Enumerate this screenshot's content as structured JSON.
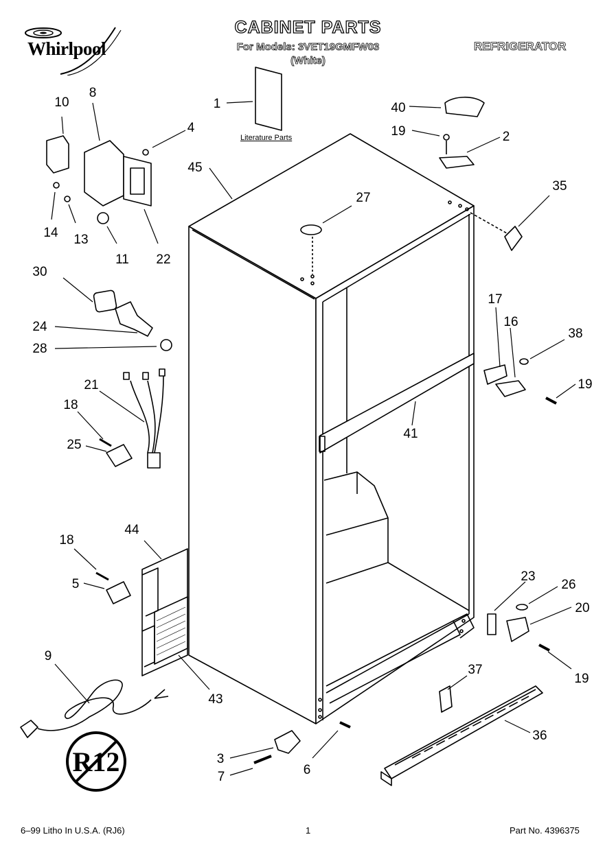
{
  "header": {
    "brand": "Whirlpool",
    "title": "CABINET PARTS",
    "models_line": "For Models: 3VET19GMFW03",
    "color_line": "(White)",
    "product": "REFRIGERATOR"
  },
  "literature_label": "Literature Parts",
  "callouts": [
    {
      "id": "c1",
      "label": "1"
    },
    {
      "id": "c2",
      "label": "2"
    },
    {
      "id": "c3",
      "label": "3"
    },
    {
      "id": "c4",
      "label": "4"
    },
    {
      "id": "c5",
      "label": "5"
    },
    {
      "id": "c6",
      "label": "6"
    },
    {
      "id": "c7",
      "label": "7"
    },
    {
      "id": "c8",
      "label": "8"
    },
    {
      "id": "c9",
      "label": "9"
    },
    {
      "id": "c10",
      "label": "10"
    },
    {
      "id": "c11",
      "label": "11"
    },
    {
      "id": "c13",
      "label": "13"
    },
    {
      "id": "c14",
      "label": "14"
    },
    {
      "id": "c16",
      "label": "16"
    },
    {
      "id": "c17",
      "label": "17"
    },
    {
      "id": "c18a",
      "label": "18"
    },
    {
      "id": "c18b",
      "label": "18"
    },
    {
      "id": "c19a",
      "label": "19"
    },
    {
      "id": "c19b",
      "label": "19"
    },
    {
      "id": "c19c",
      "label": "19"
    },
    {
      "id": "c20",
      "label": "20"
    },
    {
      "id": "c21",
      "label": "21"
    },
    {
      "id": "c22",
      "label": "22"
    },
    {
      "id": "c23",
      "label": "23"
    },
    {
      "id": "c24",
      "label": "24"
    },
    {
      "id": "c25",
      "label": "25"
    },
    {
      "id": "c26",
      "label": "26"
    },
    {
      "id": "c27",
      "label": "27"
    },
    {
      "id": "c28",
      "label": "28"
    },
    {
      "id": "c30",
      "label": "30"
    },
    {
      "id": "c35",
      "label": "35"
    },
    {
      "id": "c36",
      "label": "36"
    },
    {
      "id": "c37",
      "label": "37"
    },
    {
      "id": "c38",
      "label": "38"
    },
    {
      "id": "c40",
      "label": "40"
    },
    {
      "id": "c41",
      "label": "41"
    },
    {
      "id": "c43",
      "label": "43"
    },
    {
      "id": "c44",
      "label": "44"
    },
    {
      "id": "c45",
      "label": "45"
    }
  ],
  "badge": "R12",
  "footer": {
    "left": "6–99 Litho In U.S.A. (RJ6)",
    "page": "1",
    "right": "Part No. 4396375"
  }
}
